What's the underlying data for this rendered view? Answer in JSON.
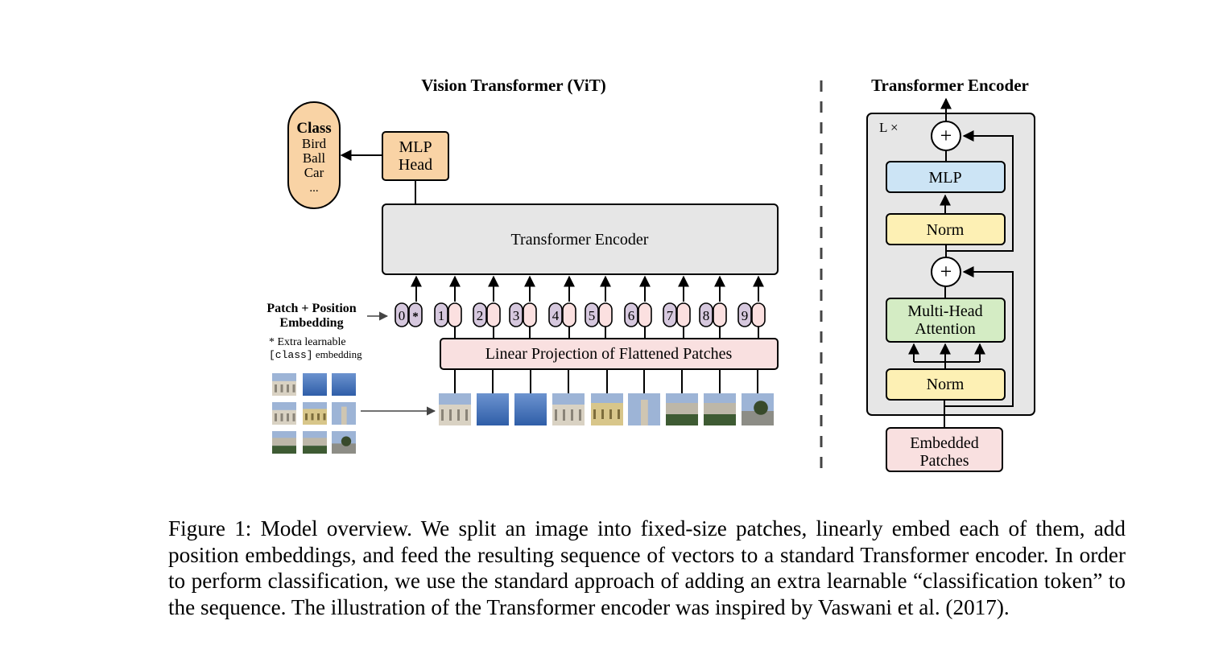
{
  "vit": {
    "title": "Vision Transformer (ViT)",
    "class_box": {
      "heading": "Class",
      "items": [
        "Bird",
        "Ball",
        "Car",
        "..."
      ]
    },
    "mlp_head": [
      "MLP",
      "Head"
    ],
    "encoder_label": "Transformer Encoder",
    "patch_embed_label": [
      "Patch + Position",
      "Embedding"
    ],
    "extra_note": {
      "line1": "* Extra learnable",
      "line2_code": "[class]",
      "line2_rest": " embedding"
    },
    "linear_projection": "Linear Projection of Flattened Patches",
    "tokens": [
      "0",
      "1",
      "2",
      "3",
      "4",
      "5",
      "6",
      "7",
      "8",
      "9"
    ],
    "class_token_marker": "*"
  },
  "encoder": {
    "title": "Transformer Encoder",
    "repeat": "L ×",
    "plus": "+",
    "mlp": "MLP",
    "norm_top": "Norm",
    "attention": [
      "Multi-Head",
      "Attention"
    ],
    "norm_bottom": "Norm",
    "embedded": [
      "Embedded",
      "Patches"
    ]
  },
  "colors": {
    "class_fill": "#f9d3a5",
    "encoder_gray": "#e6e6e6",
    "projection_pink": "#f9e0e0",
    "token_purple": "#d6c8de",
    "token_pink": "#fbe0e0",
    "mlp_blue": "#cce4f5",
    "norm_yellow": "#fdf0b4",
    "attention_green": "#d4ecc4",
    "outer_gray": "#e6e6e6"
  },
  "caption": "Figure 1: Model overview. We split an image into fixed-size patches, linearly embed each of them, add position embeddings, and feed the resulting sequence of vectors to a standard Transformer encoder. In order to perform classification, we use the standard approach of adding an extra learnable “classification token” to the sequence. The illustration of the Transformer encoder was inspired by Vaswani et al. (2017)."
}
